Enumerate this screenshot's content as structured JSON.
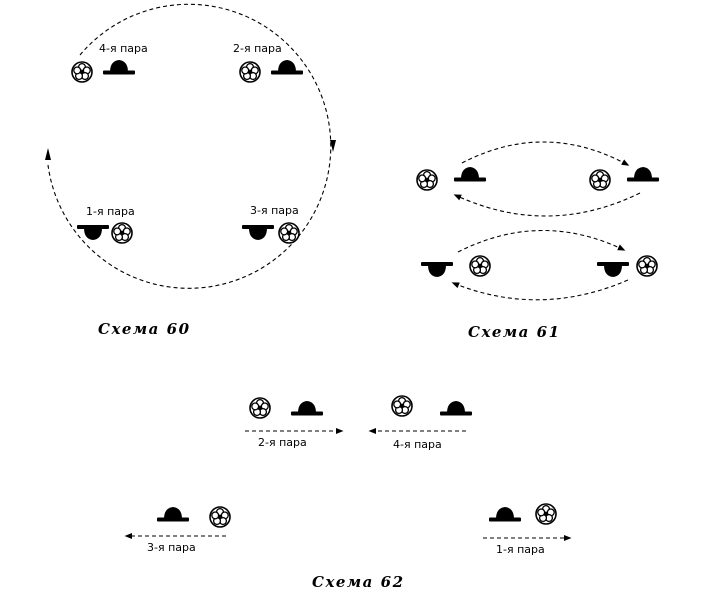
{
  "schema60": {
    "caption": "Схема 60",
    "pair4": "4-я пара",
    "pair2": "2-я пара",
    "pair1": "1-я пара",
    "pair3": "3-я пара"
  },
  "schema61": {
    "caption": "Схема 61"
  },
  "schema62": {
    "caption": "Схема 62",
    "pair2": "2-я пара",
    "pair4": "4-я пара",
    "pair3": "3-я пара",
    "pair1": "1-я пара"
  },
  "icons": {
    "lady": "flower-icon",
    "gentleman": "hat-icon"
  }
}
